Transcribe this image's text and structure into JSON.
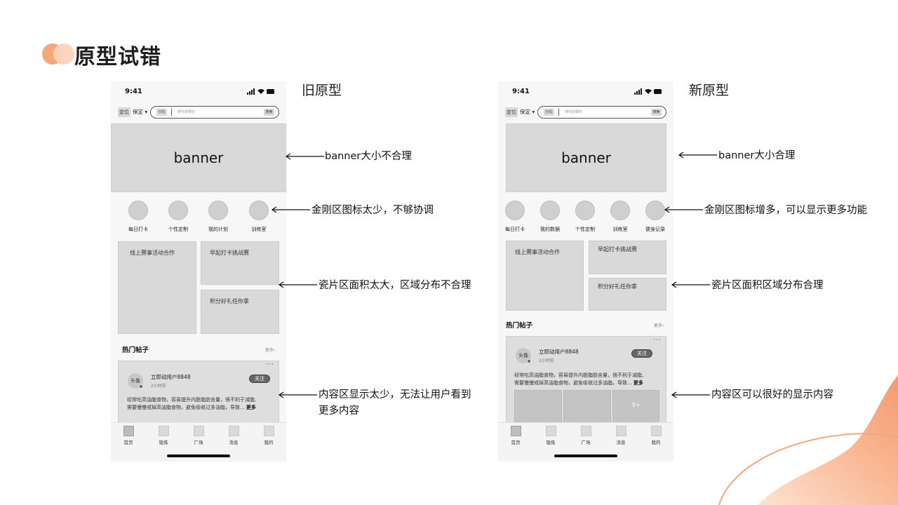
{
  "page": {
    "title": "原型试错"
  },
  "left": {
    "label": "旧原型",
    "phone": {
      "time": "9:41",
      "location_btn": "定位",
      "city": "保定",
      "scan_btn": "扫码",
      "search_placeholder": "搜你想要的",
      "search_btn": "搜索",
      "banner": "banner",
      "icons": [
        "每日打卡",
        "个性定制",
        "我的计划",
        "训练室"
      ],
      "tiles": [
        "线上赛事活动合作",
        "早起打卡挑战赛",
        "积分好礼任你拿"
      ],
      "section_title": "热门帖子",
      "more": "更多",
      "post": {
        "avatar": "头像",
        "user": "立即动用户8848",
        "time": "2小时前",
        "follow": "关注",
        "line1": "经常吃高油脂食物，容易提升内脏脂肪含量，很不利于减脂,",
        "line2": "需要慢慢戒掉高油脂食物，避免吸收过多油脂，导致...",
        "more": "更多"
      },
      "tabs": [
        "首页",
        "锻炼",
        "广场",
        "消息",
        "我的"
      ]
    },
    "annotations": [
      "banner大小不合理",
      "金刚区图标太少，不够协调",
      "瓷片区面积太大，区域分布不合理",
      "内容区显示太少，无法让用户看到",
      "更多内容"
    ]
  },
  "right": {
    "label": "新原型",
    "phone": {
      "time": "9:41",
      "location_btn": "定位",
      "city": "保定",
      "scan_btn": "扫码",
      "search_placeholder": "搜你想要的",
      "search_btn": "搜索",
      "banner": "banner",
      "icons": [
        "每日打卡",
        "我的数据",
        "个性定制",
        "训练室",
        "健身记录"
      ],
      "tiles": [
        "线上赛事活动合作",
        "早起打卡挑战赛",
        "积分好礼任你拿"
      ],
      "section_title": "热门帖子",
      "more": "更多",
      "post": {
        "avatar": "头像",
        "user": "立即动用户8848",
        "time": "2小时前",
        "follow": "关注",
        "line1": "经常吃高油脂食物，容易提升内脏脂肪含量，很不利于减脂,",
        "line2": "需要慢慢戒掉高油脂食物，避免吸收过多油脂，导致...",
        "more": "更多",
        "img_more": "9+"
      },
      "tabs": [
        "首页",
        "锻炼",
        "广场",
        "消息",
        "我的"
      ]
    },
    "annotations": [
      "banner大小合理",
      "金刚区图标增多，可以显示更多功能",
      "瓷片区面积区域分布合理",
      "内容区可以很好的显示内容"
    ]
  },
  "colors": {
    "accent": "#f5a67a",
    "accent_light": "#fbd3bd",
    "wireframe_gray": "#d9d9d9"
  }
}
